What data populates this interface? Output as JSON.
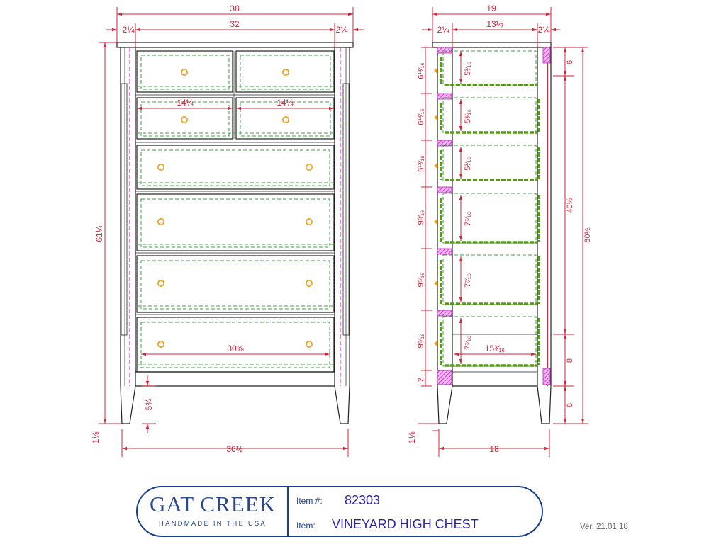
{
  "front_view": {
    "overall_width": "38",
    "case_width": "32",
    "side_overhang_left": "2¼",
    "side_overhang_right": "2¼",
    "height": "61¼",
    "small_drawer_width_left": "14¼",
    "small_drawer_width_right": "14¼",
    "wide_drawer_width": "30⅝",
    "toe_height": "5¾",
    "foot_inset": "1⅛",
    "base_width": "36½"
  },
  "side_view": {
    "overall_depth": "19",
    "inner_depth": "13½",
    "front_overhang": "2¼",
    "back_overhang": "2¼",
    "base_depth": "18",
    "foot_inset": "1⅛",
    "drawer_openings": [
      "6¹³⁄₁₆",
      "6¹³⁄₁₆",
      "6¹³⁄₁₆",
      "9⁹⁄₁₆",
      "9⁹⁄₁₆",
      "9⁹⁄₁₆"
    ],
    "drawer_box_heights": [
      "5³⁄₁₆",
      "5³⁄₁₆",
      "5³⁄₁₆",
      "7⁷⁄₁₆",
      "7⁷⁄₁₆",
      "7⁷⁄₁₆"
    ],
    "drawer_box_depth": "15³⁄₁₆",
    "bottom_rail": "2",
    "top_rail": "6",
    "case_height": "40½",
    "total_height": "60½",
    "lower_rail": "8",
    "leg_height": "6"
  },
  "title_block": {
    "brand": "GAT CREEK",
    "tagline": "HANDMADE IN THE USA",
    "item_number_label": "Item #:",
    "item_number": "82303",
    "item_label": "Item:",
    "item_name": "VINEYARD HIGH CHEST"
  },
  "version": "Ver. 21.01.18",
  "colors": {
    "dimension": "#d4233a",
    "outline": "#222222",
    "hidden_line": "#3aa53a",
    "drawer_bottom": "#5a9a1a",
    "knob": "#e8a020",
    "magenta_section": "#d23cd2",
    "brand_blue": "#1b3f8f"
  }
}
